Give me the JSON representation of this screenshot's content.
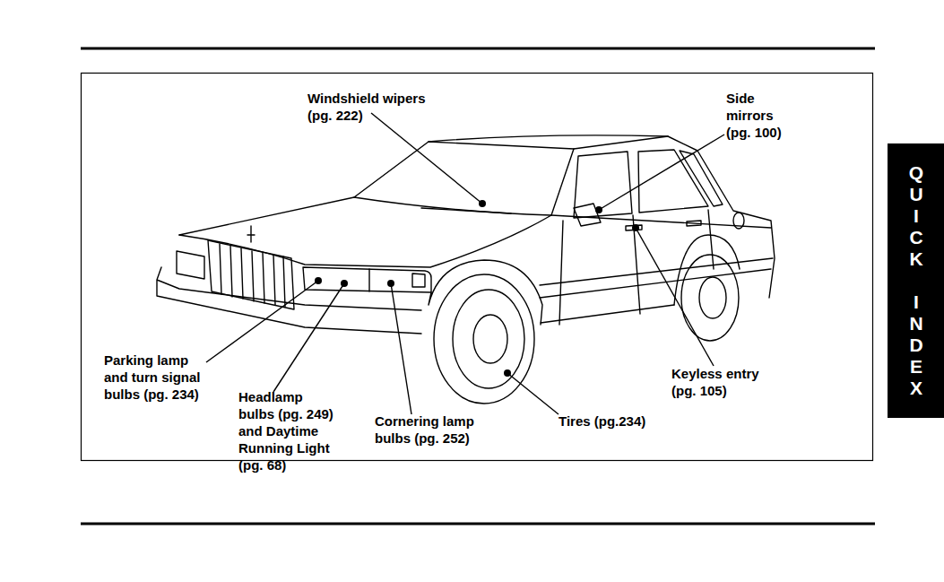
{
  "diagram": {
    "nodes": [
      {
        "text": [
          "QUICK INDEX"
        ]
      }
    ],
    "labels": [
      "Windshield wipers (pg. 222)",
      "Side mirrors (pg. 100)",
      "Parking lamp and turn signal bulbs (pg. 234)",
      "Keyless entry (pg. 105)",
      "Headlamp bulbs (pg. 249) and Daytime Running Light (pg. 68)",
      "Cornering lamp bulbs (pg. 252)",
      "Tires (pg.234)"
    ]
  }
}
